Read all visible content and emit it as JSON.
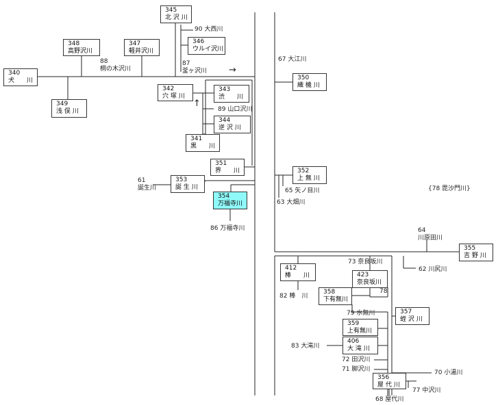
{
  "boxes": [
    {
      "id": "345",
      "name": "北 沢 川"
    },
    {
      "id": "348",
      "name": "高野沢川"
    },
    {
      "id": "347",
      "name": "軽井沢川"
    },
    {
      "id": "346",
      "name": "ウルイ沢川"
    },
    {
      "id": "340",
      "name": "犬　　川"
    },
    {
      "id": "349",
      "name": "浅 俣 川"
    },
    {
      "id": "342",
      "name": "穴 塚 川"
    },
    {
      "id": "343",
      "name": "渋　　川"
    },
    {
      "id": "344",
      "name": "逆 沢 川"
    },
    {
      "id": "341",
      "name": "黒　　川"
    },
    {
      "id": "351",
      "name": "界　　川"
    },
    {
      "id": "353",
      "name": "誕 生 川"
    },
    {
      "id": "354",
      "name": "万福寺川",
      "highlight": true
    },
    {
      "id": "350",
      "name": "織 機 川"
    },
    {
      "id": "352",
      "name": "上 無 川"
    },
    {
      "id": "355",
      "name": "吉 野 川"
    },
    {
      "id": "412",
      "name": "棒　　川"
    },
    {
      "id": "423",
      "name": "奈良坂川"
    },
    {
      "id": "358",
      "name": "下有無川"
    },
    {
      "id": "357",
      "name": "蛭 沢 川"
    },
    {
      "id": "359",
      "name": "上有無川"
    },
    {
      "id": "406",
      "name": "大 滝 川"
    },
    {
      "id": "356",
      "name": "屋 代 川"
    }
  ],
  "labels": [
    {
      "key": "90",
      "text": "90  大西川"
    },
    {
      "key": "88a",
      "text": "88"
    },
    {
      "key": "88b",
      "text": "桐の木沢川"
    },
    {
      "key": "87a",
      "text": "87"
    },
    {
      "key": "87b",
      "text": "釜ヶ沢川"
    },
    {
      "key": "89",
      "text": "89  山口沢川"
    },
    {
      "key": "61a",
      "text": "61"
    },
    {
      "key": "61b",
      "text": "誕生川"
    },
    {
      "key": "86",
      "text": "86  万福寺川"
    },
    {
      "key": "67",
      "text": "67  大江川"
    },
    {
      "key": "65",
      "text": "65  矢ノ目川"
    },
    {
      "key": "63",
      "text": "63  大畑川"
    },
    {
      "key": "78b",
      "text": "{78  毘沙門川}"
    },
    {
      "key": "64a",
      "text": "64"
    },
    {
      "key": "64b",
      "text": "川原田川"
    },
    {
      "key": "73",
      "text": "73  奈良坂川"
    },
    {
      "key": "62",
      "text": "62  川尻川"
    },
    {
      "key": "78",
      "text": "78"
    },
    {
      "key": "82",
      "text": "82  棒　川"
    },
    {
      "key": "79",
      "text": "79  水無川"
    },
    {
      "key": "83",
      "text": "83  大滝川"
    },
    {
      "key": "72",
      "text": "72  田沢川"
    },
    {
      "key": "71",
      "text": "71  脚沢川"
    },
    {
      "key": "70",
      "text": "70  小湯川"
    },
    {
      "key": "77",
      "text": "77  中沢川"
    },
    {
      "key": "68",
      "text": "68  屋代川"
    }
  ],
  "arrows": [
    "→",
    "↑"
  ]
}
